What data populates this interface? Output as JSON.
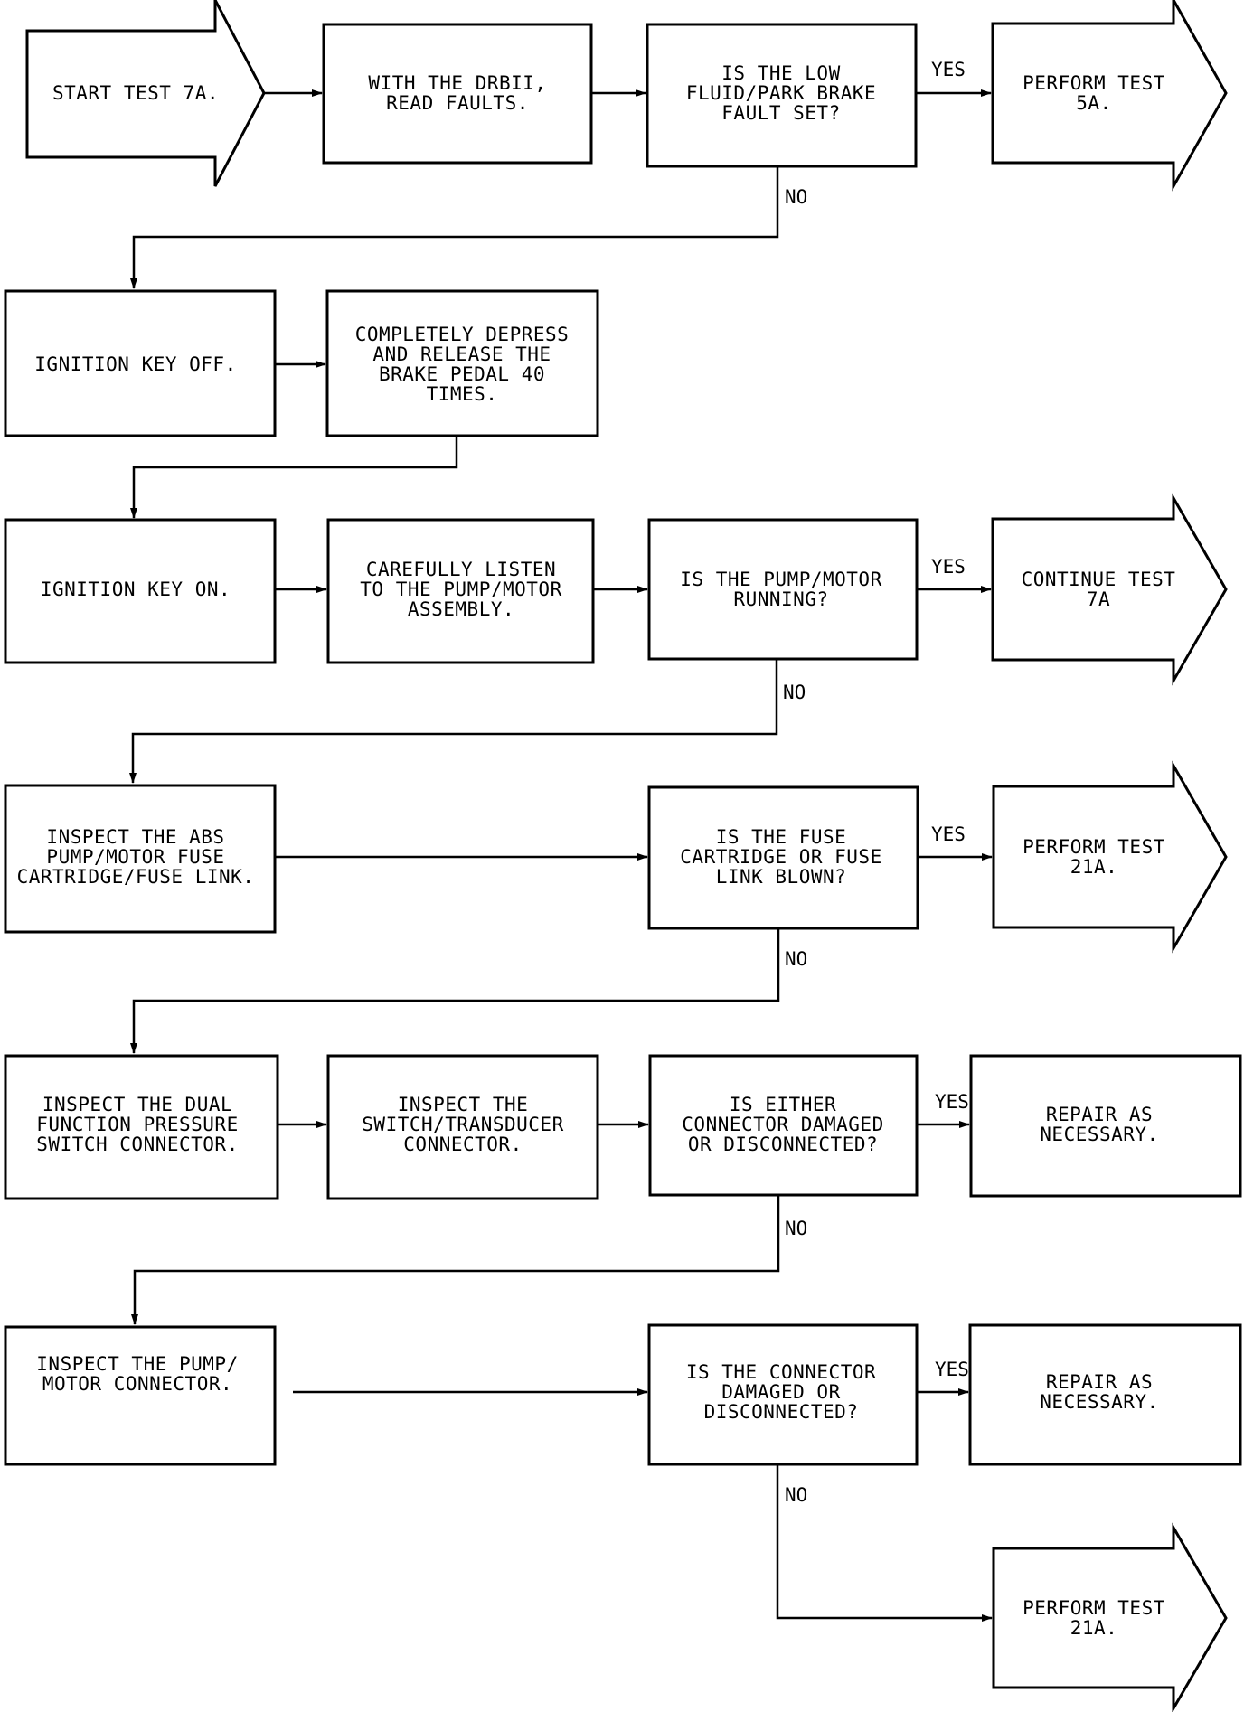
{
  "nodes": {
    "start": [
      "START TEST 7A."
    ],
    "read_faults": [
      "WITH THE DRBII,",
      "READ FAULTS."
    ],
    "low_fluid": [
      "IS THE LOW",
      "FLUID/PARK BRAKE",
      "FAULT SET?"
    ],
    "perform_5a": [
      "PERFORM TEST",
      "5A."
    ],
    "key_off": [
      "IGNITION KEY OFF."
    ],
    "depress": [
      "COMPLETELY DEPRESS",
      "AND RELEASE THE",
      "BRAKE PEDAL 40",
      "TIMES."
    ],
    "key_on": [
      "IGNITION KEY ON."
    ],
    "listen": [
      "CAREFULLY LISTEN",
      "TO THE PUMP/MOTOR",
      "ASSEMBLY."
    ],
    "pump_running": [
      "IS THE PUMP/MOTOR",
      "RUNNING?"
    ],
    "continue_7a": [
      "CONTINUE TEST",
      "7A"
    ],
    "inspect_fuse": [
      "INSPECT THE ABS",
      "PUMP/MOTOR FUSE",
      "CARTRIDGE/FUSE LINK."
    ],
    "fuse_blown": [
      "IS THE FUSE",
      "CARTRIDGE OR FUSE",
      "LINK BLOWN?"
    ],
    "perform_21a_1": [
      "PERFORM TEST",
      "21A."
    ],
    "inspect_dual": [
      "INSPECT THE DUAL",
      "FUNCTION PRESSURE",
      "SWITCH CONNECTOR."
    ],
    "inspect_switch": [
      "INSPECT THE",
      "SWITCH/TRANSDUCER",
      "CONNECTOR."
    ],
    "either_damaged": [
      "IS EITHER",
      "CONNECTOR DAMAGED",
      "OR DISCONNECTED?"
    ],
    "repair_1": [
      "REPAIR AS",
      "NECESSARY."
    ],
    "inspect_pump_conn": [
      "INSPECT THE PUMP/",
      "MOTOR CONNECTOR."
    ],
    "conn_damaged": [
      "IS THE CONNECTOR",
      "DAMAGED OR",
      "DISCONNECTED?"
    ],
    "repair_2": [
      "REPAIR AS",
      "NECESSARY."
    ],
    "perform_21a_2": [
      "PERFORM TEST",
      "21A."
    ]
  },
  "labels": {
    "yes_1": "YES",
    "no_1": "NO",
    "yes_2": "YES",
    "no_2": "NO",
    "yes_3": "YES",
    "no_3": "NO",
    "yes_4": "YES",
    "no_4": "NO",
    "yes_5": "YES",
    "no_5": "NO"
  }
}
